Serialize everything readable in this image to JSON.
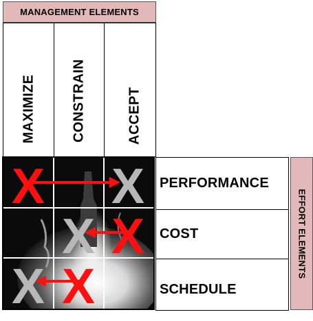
{
  "management_header": "MANAGEMENT ELEMENTS",
  "effort_header": "EFFORT ELEMENTS",
  "management_columns": [
    "MAXIMIZE",
    "CONSTRAIN",
    "ACCEPT"
  ],
  "effort_rows": [
    "PERFORMANCE",
    "COST",
    "SCHEDULE"
  ],
  "mark_symbol": "X",
  "colors": {
    "header_fill": "#e2b8b8",
    "red": "#ff1010",
    "gray": "#b8b8b8"
  },
  "tradeoffs": [
    {
      "row": "PERFORMANCE",
      "from": "MAXIMIZE",
      "to": "ACCEPT"
    },
    {
      "row": "COST",
      "from": "ACCEPT",
      "to": "CONSTRAIN"
    },
    {
      "row": "SCHEDULE",
      "from": "CONSTRAIN",
      "to": "MAXIMIZE"
    }
  ]
}
